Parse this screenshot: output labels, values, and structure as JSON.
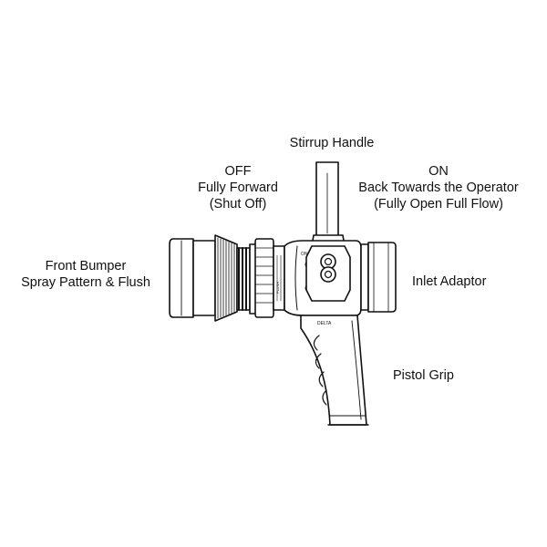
{
  "labels": {
    "stirrup_handle": "Stirrup Handle",
    "off": [
      "OFF",
      "Fully Forward",
      "(Shut Off)"
    ],
    "on": [
      "ON",
      "Back Towards the Operator",
      "(Fully Open Full Flow)"
    ],
    "front_bumper": [
      "Front Bumper",
      "Spray Pattern & Flush"
    ],
    "inlet_adaptor": "Inlet Adaptor",
    "pistol_grip": "Pistol Grip"
  },
  "nozzle": {
    "grip_brand": "DELTA"
  }
}
